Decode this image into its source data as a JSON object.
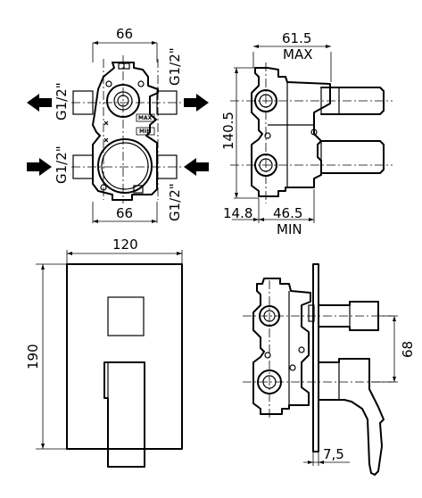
{
  "dimensions": {
    "top_view_width_top": "66",
    "top_view_width_bottom": "66",
    "side_depth_total": "61.5",
    "side_max_label": "MAX",
    "side_height": "140.5",
    "side_min_offset": "14.8",
    "side_depth_min": "46.5",
    "side_min_label": "MIN",
    "plate_width": "120",
    "plate_height": "190",
    "lever_offset": "68",
    "plate_thickness": "7,5"
  },
  "thread_labels": {
    "top_left": "G1/2\"",
    "top_right": "G1/2\"",
    "bottom_left": "G1/2\"",
    "bottom_right": "G1/2\""
  },
  "body_markings": {
    "max": "MAX",
    "min": "MIN"
  }
}
